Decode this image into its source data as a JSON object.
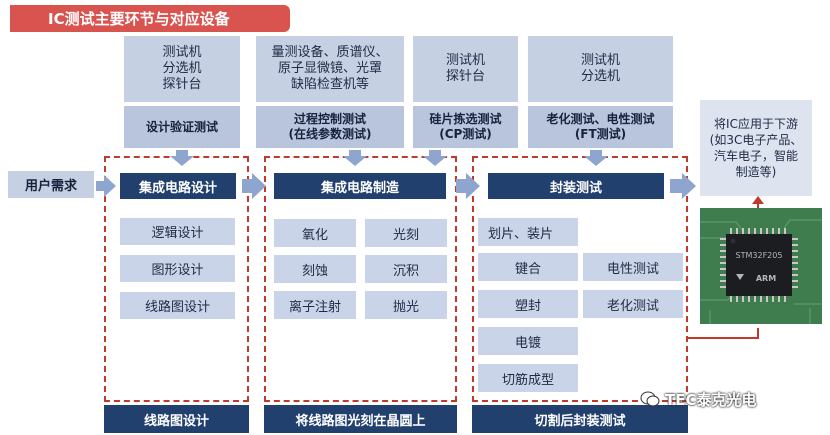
{
  "title": "IC测试主要环节与对应设备",
  "equipment": {
    "design": "测试机\n分选机\n探针台",
    "process": "量测设备、质谱仪、\n原子显微镜、光罩\n缺陷检查机等",
    "wafer": "测试机\n探针台",
    "final": "测试机\n分选机"
  },
  "phases": {
    "design_verify": "设计验证测试",
    "process_control": "过程控制测试\n(在线参数测试)",
    "wafer_sort": "硅片拣选测试\n(CP测试)",
    "aging_electrical": "老化测试、电性测试\n(FT测试)"
  },
  "user_demand": "用户需求",
  "stages": {
    "design": "集成电路设计",
    "manufacture": "集成电路制造",
    "package": "封装测试"
  },
  "design_items": [
    "逻辑设计",
    "图形设计",
    "线路图设计"
  ],
  "manufacture_items": [
    "氧化",
    "光刻",
    "刻蚀",
    "沉积",
    "离子注射",
    "抛光"
  ],
  "package_items": {
    "dicing": "划片、装片",
    "bonding": "键合",
    "electrical": "电性测试",
    "molding": "塑封",
    "aging": "老化测试",
    "plating": "电镀",
    "trim_form": "切筋成型"
  },
  "bottom": {
    "design": "线路图设计",
    "manufacture": "将线路图光刻在晶圆上",
    "package": "切割后封装测试"
  },
  "application": "将IC应用于下游\n(如3C电子产品、\n汽车电子，智能\n制造等)",
  "chip_text": {
    "model": "STM32F205",
    "logo": "ARM"
  },
  "watermark": "TEC泰克光电",
  "colors": {
    "title_bg": "#d9534f",
    "stage_bg": "#21406e",
    "item_bg": "#c9d4e8",
    "dashed_border": "#c0392b",
    "arrow": "#8ea6cf"
  }
}
